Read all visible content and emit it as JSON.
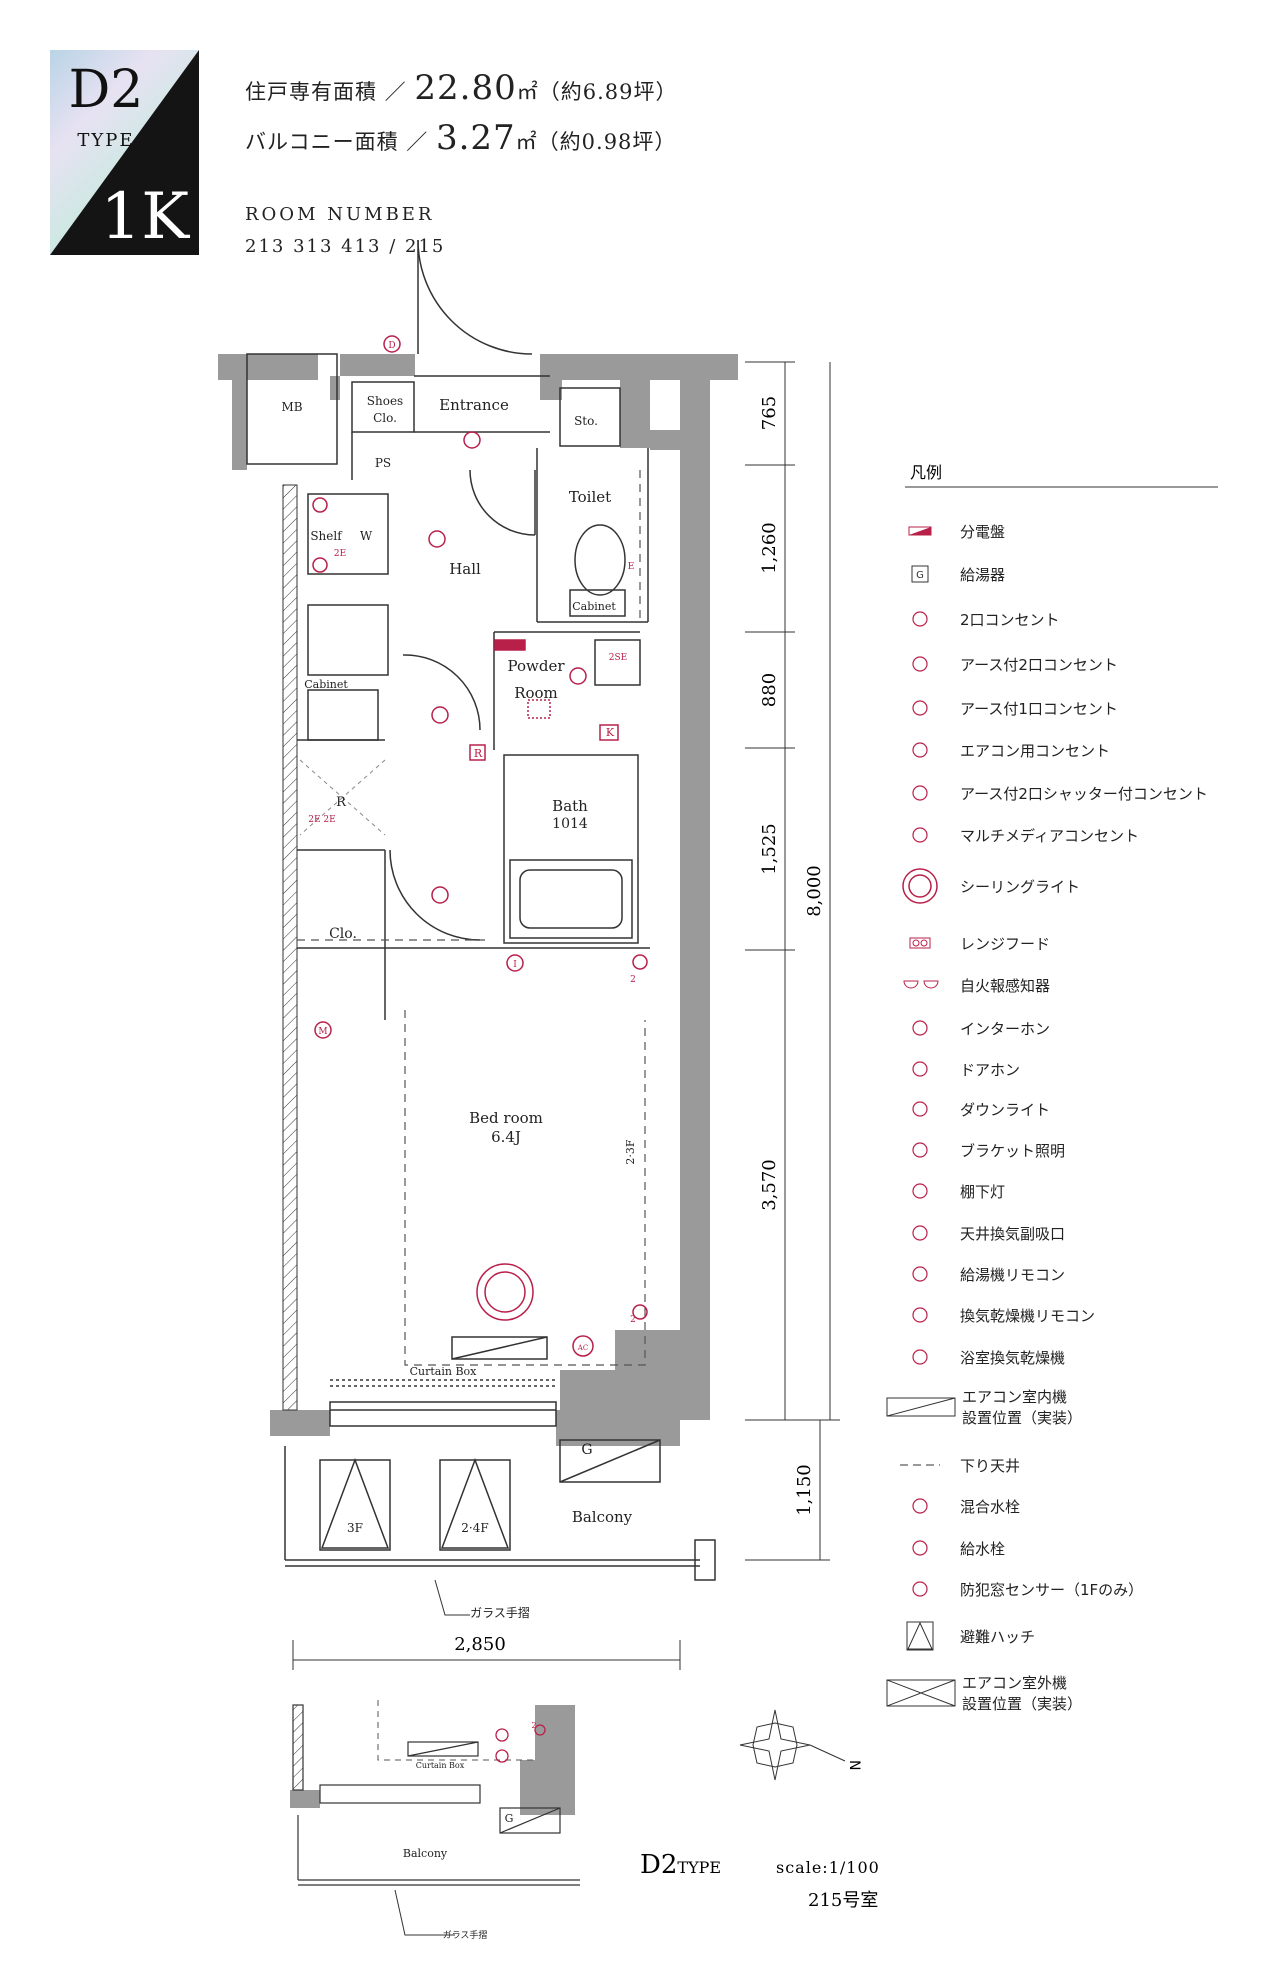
{
  "badge": {
    "type": "D2",
    "type_label": "TYPE",
    "layout": "1K"
  },
  "areas": {
    "unit_label": "住戸専有面積 ／",
    "unit_value": "22.80",
    "unit_suffix": "㎡（約6.89坪）",
    "balcony_label": "バルコニー面積 ／",
    "balcony_value": "3.27",
    "balcony_suffix": "㎡（約0.98坪）"
  },
  "room_number": {
    "heading": "ROOM NUMBER",
    "values": "213 313 413 / 215"
  },
  "rooms": {
    "mb": "MB",
    "shoes": "Shoes",
    "shoes2": "Clo.",
    "entrance": "Entrance",
    "sto": "Sto.",
    "ps": "PS",
    "toilet": "Toilet",
    "hall": "Hall",
    "shelf": "Shelf",
    "w": "W",
    "cabinet_toilet": "Cabinet",
    "cabinet_kitchen": "Cabinet",
    "powder": "Powder",
    "powder2": "Room",
    "bath": "Bath",
    "bath2": "1014",
    "r": "R",
    "clo": "Clo.",
    "bedroom": "Bed room",
    "bedroom2": "6.4J",
    "curtain": "Curtain Box",
    "balcony": "Balcony",
    "floor3": "3F",
    "floor24": "2·4F",
    "glass_rail": "ガラス手摺",
    "ceiling_note": "2·3F",
    "outlet_2e": "2E",
    "outlet_2se": "2SE",
    "outlet_2e2e": "2E 2E",
    "gas": "G",
    "k_mark": "K",
    "r_mark": "R",
    "intercom": "I",
    "multimedia": "M",
    "door": "D",
    "ac": "AC",
    "two": "2",
    "e_mark": "E"
  },
  "dimensions": {
    "v": [
      "765",
      "1,260",
      "880",
      "1,525",
      "3,570"
    ],
    "total": "8,000",
    "balcony": "1,150",
    "width": "2,850"
  },
  "lower_plan": {
    "curtain": "Curtain Box",
    "balcony": "Balcony",
    "glass_rail": "ガラス手摺",
    "gas": "G",
    "two": "2"
  },
  "footer": {
    "type": "D2",
    "type_suffix": "TYPE",
    "scale": "scale:1/100",
    "room": "215号室"
  },
  "compass": {
    "north": "N"
  },
  "legend": {
    "title": "凡例",
    "items": [
      {
        "icon": "distribution-board-icon",
        "label": "分電盤"
      },
      {
        "icon": "water-heater-icon",
        "label": "給湯器"
      },
      {
        "icon": "double-outlet-icon",
        "label": "2口コンセント"
      },
      {
        "icon": "grounded-double-outlet-icon",
        "label": "アース付2口コンセント"
      },
      {
        "icon": "grounded-single-outlet-icon",
        "label": "アース付1口コンセント"
      },
      {
        "icon": "ac-outlet-icon",
        "label": "エアコン用コンセント"
      },
      {
        "icon": "shutter-outlet-icon",
        "label": "アース付2口シャッター付コンセント"
      },
      {
        "icon": "multimedia-outlet-icon",
        "label": "マルチメディアコンセント"
      },
      {
        "icon": "ceiling-light-icon",
        "label": "シーリングライト"
      },
      {
        "icon": "range-hood-icon",
        "label": "レンジフード"
      },
      {
        "icon": "fire-alarm-icon",
        "label": "自火報感知器"
      },
      {
        "icon": "intercom-icon",
        "label": "インターホン"
      },
      {
        "icon": "door-phone-icon",
        "label": "ドアホン"
      },
      {
        "icon": "downlight-icon",
        "label": "ダウンライト"
      },
      {
        "icon": "bracket-light-icon",
        "label": "ブラケット照明"
      },
      {
        "icon": "under-shelf-light-icon",
        "label": "棚下灯"
      },
      {
        "icon": "ceiling-vent-icon",
        "label": "天井換気副吸口"
      },
      {
        "icon": "heater-remote-icon",
        "label": "給湯機リモコン"
      },
      {
        "icon": "dryer-remote-icon",
        "label": "換気乾燥機リモコン"
      },
      {
        "icon": "bath-dryer-icon",
        "label": "浴室換気乾燥機"
      },
      {
        "icon": "indoor-ac-icon",
        "label": "エアコン室内機",
        "label2": "設置位置（実装）"
      },
      {
        "icon": "lowered-ceiling-icon",
        "label": "下り天井"
      },
      {
        "icon": "mixing-faucet-icon",
        "label": "混合水栓"
      },
      {
        "icon": "water-faucet-icon",
        "label": "給水栓"
      },
      {
        "icon": "window-sensor-icon",
        "label": "防犯窓センサー（1Fのみ）"
      },
      {
        "icon": "escape-hatch-icon",
        "label": "避難ハッチ"
      },
      {
        "icon": "outdoor-ac-icon",
        "label": "エアコン室外機",
        "label2": "設置位置（実装）"
      }
    ]
  }
}
